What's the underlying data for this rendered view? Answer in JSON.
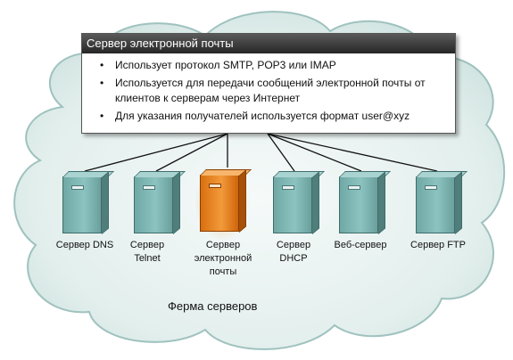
{
  "callout": {
    "title": "Сервер электронной почты",
    "bullets": [
      "Использует протокол SMTP, POP3 или IMAP",
      "Используется для передачи сообщений электронной почты от клиентов к серверам через Интернет",
      "Для указания получателей используется формат user@xyz"
    ]
  },
  "servers": [
    {
      "label_line1": "Сервер DNS",
      "label_line2": "",
      "label_line3": ""
    },
    {
      "label_line1": "Сервер",
      "label_line2": "Telnet",
      "label_line3": ""
    },
    {
      "label_line1": "Сервер",
      "label_line2": "электронной",
      "label_line3": "почты"
    },
    {
      "label_line1": "Сервер",
      "label_line2": "DHCP",
      "label_line3": ""
    },
    {
      "label_line1": "Веб-сервер",
      "label_line2": "",
      "label_line3": ""
    },
    {
      "label_line1": "Сервер FTP",
      "label_line2": "",
      "label_line3": ""
    }
  ],
  "farm_label": "Ферма серверов",
  "colors": {
    "cloud_fill": "#dcebe9",
    "cloud_stroke": "#9fc2bf",
    "server": "#8cc3c1",
    "server_active": "#f39a3b",
    "title_bar": "#3a3a3a"
  }
}
